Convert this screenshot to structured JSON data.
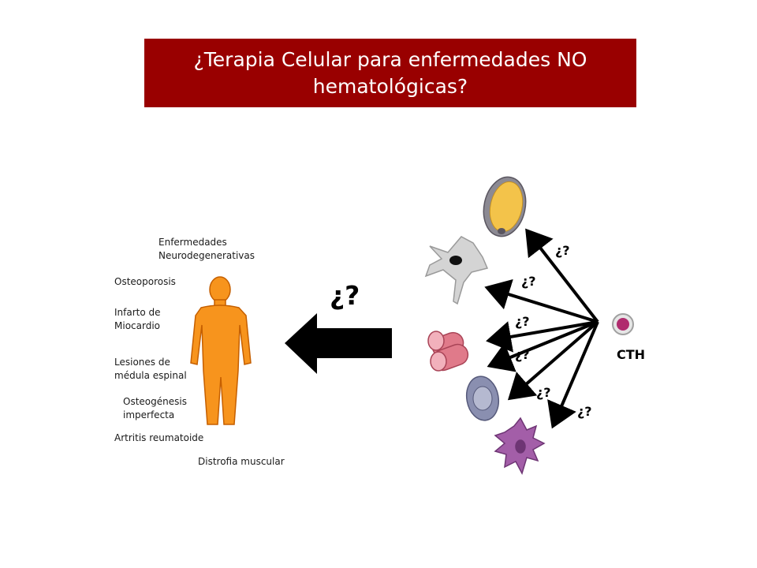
{
  "title": "¿Terapia Celular para enfermedades NO hematológicas?",
  "diseases": {
    "neuro": "Enfermedades\nNeurodegenerativas",
    "osteoporosis": "Osteoporosis",
    "infarto": "Infarto de\nMiocardio",
    "lesiones": "Lesiones de\nmédula espinal",
    "osteogenesis": "Osteogénesis\nimperfecta",
    "artritis": "Artritis reumatoide",
    "distrofia": "Distrofia muscular"
  },
  "big_question": "¿?",
  "arrow_question": "¿?",
  "source_cell_label": "CTH",
  "colors": {
    "banner": "#990000",
    "body_figure": "#f7941d",
    "arrow": "#000000"
  }
}
